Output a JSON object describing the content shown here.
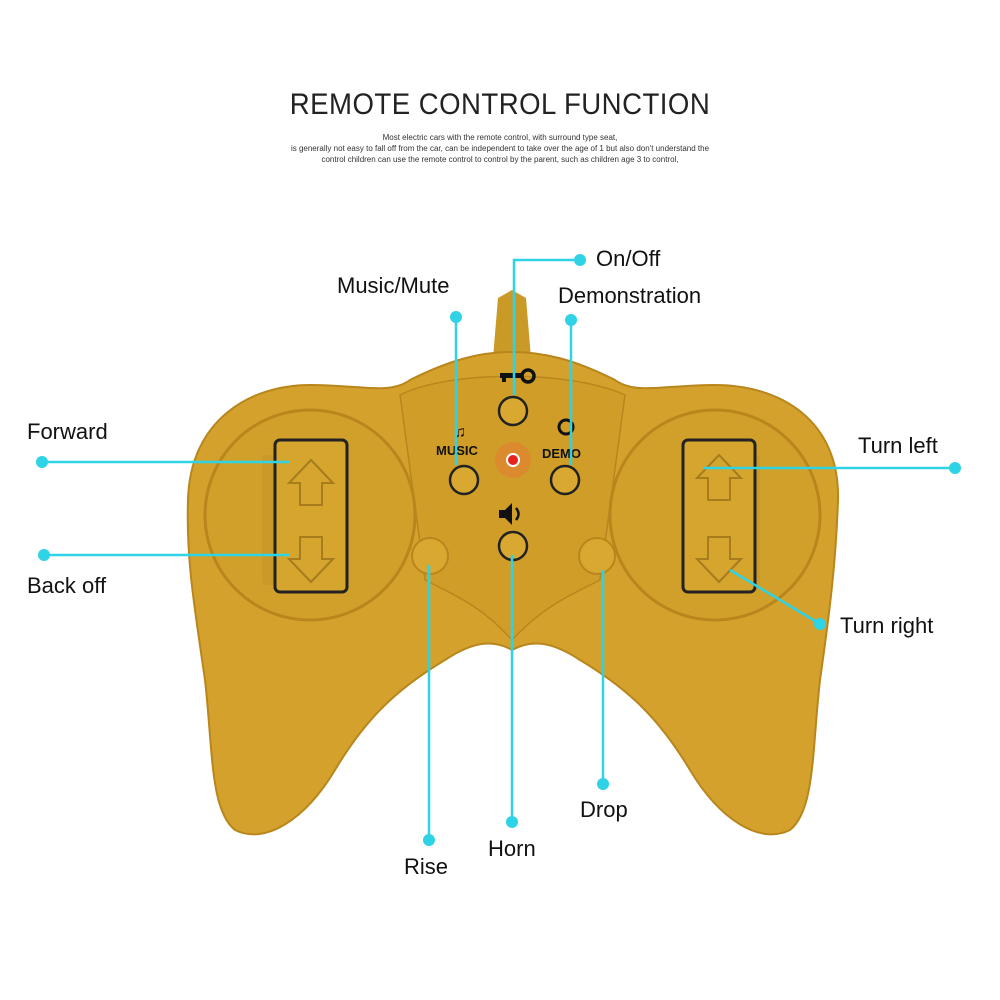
{
  "header": {
    "title": "REMOTE CONTROL FUNCTION",
    "description": [
      "Most electric cars with the remote control, with surround type seat,",
      "is generally not easy to fall off from the car, can be independent to take over the age of 1 but also don't understand the",
      "control children can use the remote control to control by the parent, such as children age 3 to control,"
    ]
  },
  "labels": {
    "on_off": "On/Off",
    "music_mute": "Music/Mute",
    "demonstration": "Demonstration",
    "forward": "Forward",
    "back_off": "Back off",
    "turn_left": "Turn left",
    "turn_right": "Turn right",
    "rise": "Rise",
    "horn": "Horn",
    "drop": "Drop"
  },
  "button_text": {
    "music": "MUSIC",
    "demo": "DEMO"
  },
  "colors": {
    "body": "#d4a22c",
    "callout": "#2ed3e6",
    "led": "#e8221c"
  }
}
